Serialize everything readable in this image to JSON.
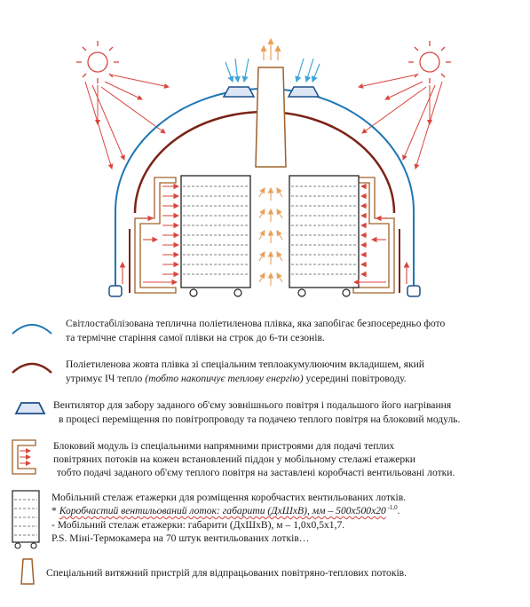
{
  "legend": {
    "film": {
      "icon": "blue-arc-icon",
      "color": "#1f77b4",
      "line1": "Світлостабілізована теплична поліетиленова плівка, яка запобігає безпосередньо фото",
      "line2": "та термічне старіння самої плівки на строк до 6-ти сезонів."
    },
    "yellow_film": {
      "icon": "brown-arc-icon",
      "color": "#7b2418",
      "line1": "Поліетиленова жовта плівка зі спеціальним теплоакумулюючим вкладишем, який",
      "line2_a": "утримує ІЧ тепло ",
      "line2_b": "(тобто накопичує теплову енергію)",
      "line2_c": " усередині повітроводу."
    },
    "fan": {
      "icon": "fan-trapezoid-icon",
      "color": "#1b4f8a",
      "line1": "Вентилятор для забору заданого об'єму зовнішнього повітря і подальшого його нагрівання",
      "line2": "в процесі переміщення по повітропроводу та подачею теплого повітря на блоковий модуль."
    },
    "block_module": {
      "icon": "block-module-icon",
      "color": "#a0602a",
      "line1": "Блоковий модуль із спеціальними напрямними пристроями для подачі теплих",
      "line2": "повітряних потоків на кожен встановлений піддон у мобільному стелажі етажерки",
      "line3": "тобто подачі заданого об'єму теплого повітря на заставлені коробчасті вентильовані лотки."
    },
    "rack": {
      "icon": "mobile-rack-icon",
      "line1": "Мобільний стелаж етажерки для розміщення коробчастих вентильованих лотків.",
      "line2_a": "* ",
      "line2_b": "Коробчастий вентильований лоток: габарити (ДхШхВ), мм – 500х500х20",
      "line2_sup": " -1,0",
      "line2_c": ".",
      "line3": "- Мобільний стелаж етажерки: габарити (ДхШхВ), м – 1,0х0,5х1,7.",
      "line4": "P.S. Міні-Термокамера на 70 штук вентильованих лотків…"
    },
    "exhaust": {
      "icon": "exhaust-chimney-icon",
      "color": "#a0602a",
      "line1": "Спеціальний витяжний пристрій для відпрацьованих повітряно-теплових потоків."
    }
  },
  "colors": {
    "film": "#1f77b4",
    "yellow_film": "#7b2418",
    "fan": "#1b4f8a",
    "module": "#a0602a",
    "sun": "#d9463e",
    "heat_arrow": "#d9463e",
    "inflow_arrow": "#41a6d6",
    "flow_arrow": "#e8a15a"
  }
}
